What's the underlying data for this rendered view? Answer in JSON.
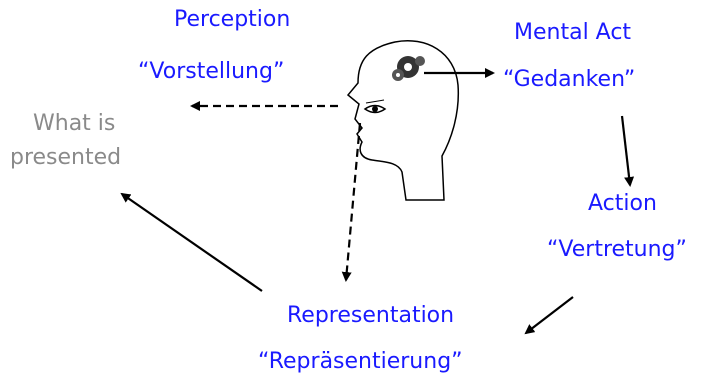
{
  "nodes": {
    "perception": {
      "title": "Perception",
      "subtitle": "“Vorstellung”"
    },
    "mental_act": {
      "title": "Mental Act",
      "subtitle": "“Gedanken”"
    },
    "what_presented": {
      "line1": "What is",
      "line2": "presented"
    },
    "action": {
      "title": "Action",
      "subtitle": "“Vertretung”"
    },
    "representation": {
      "title": "Representation",
      "subtitle": "“Repräsentierung”"
    }
  },
  "colors": {
    "accent": "#1a1aff",
    "muted": "#8a8a8a",
    "stroke": "#000000"
  },
  "icons": {
    "head": "head-profile-icon",
    "gears": "gears-icon",
    "eye": "eye-icon"
  }
}
